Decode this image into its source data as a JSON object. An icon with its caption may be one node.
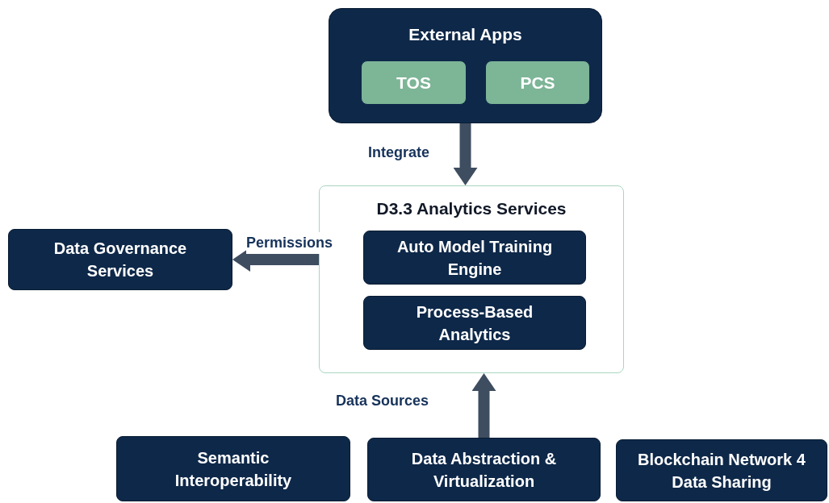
{
  "diagram": {
    "nodes": [
      {
        "text": [
          "External Apps"
        ]
      },
      {
        "text": [
          "TOS"
        ],
        "in": 0
      },
      {
        "text": [
          "PCS"
        ],
        "in": 0
      },
      {
        "text": [
          "D3.3 Analytics Services"
        ]
      },
      {
        "text": [
          "Auto Model Training Engine"
        ],
        "in": 3
      },
      {
        "text": [
          "Process-Based Analytics"
        ],
        "in": 3
      },
      {
        "text": [
          "Data Governance Services"
        ]
      },
      {
        "text": [
          "Semantic Interoperability"
        ]
      },
      {
        "text": [
          "Data Abstraction & Virtualization"
        ]
      },
      {
        "text": [
          "Blockchain Network 4 Data Sharing"
        ]
      }
    ],
    "edges": [
      {
        "from": 0,
        "to": 3,
        "arrow": "to",
        "label": "Integrate"
      },
      {
        "from": 3,
        "to": 6,
        "arrow": "to",
        "label": "Permissions"
      },
      {
        "from": 8,
        "to": 3,
        "arrow": "to",
        "label": "Data Sources"
      }
    ]
  }
}
